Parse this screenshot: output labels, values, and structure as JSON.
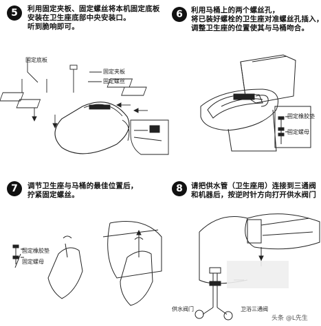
{
  "steps": [
    {
      "number": "5",
      "lines": [
        "利用固定夹板、固定螺丝将本机固定底板",
        "安装在卫生座底部中央安装口。",
        "听到脆响即可。"
      ]
    },
    {
      "number": "6",
      "lines": [
        "利用马桶上的两个螺丝孔，",
        "将已装好螺栓的卫生座对准螺丝孔插入，",
        "调整卫生座的位置使其与马桶吻合。"
      ]
    },
    {
      "number": "7",
      "lines": [
        "调节卫生座与马桶的最佳位置后，",
        "拧紧固定螺丝。"
      ]
    },
    {
      "number": "8",
      "lines": [
        "请把供水管（卫生座用）连接到三通阀",
        "和机器后，按逆时针方向打开供水阀门"
      ]
    }
  ],
  "labels": {
    "s5_base": "固定底板",
    "s5_clip": "固定夹板",
    "s5_screw": "固定螺丝",
    "s6_gasket": "固定橡胶垫",
    "s6_nut": "固定螺母",
    "s7_gasket": "固定橡胶垫",
    "s7_nut": "固定螺母",
    "s8_valve": "供水阀门",
    "s8_tee": "卫浴三通阀"
  },
  "watermark": "头条 @L先生"
}
